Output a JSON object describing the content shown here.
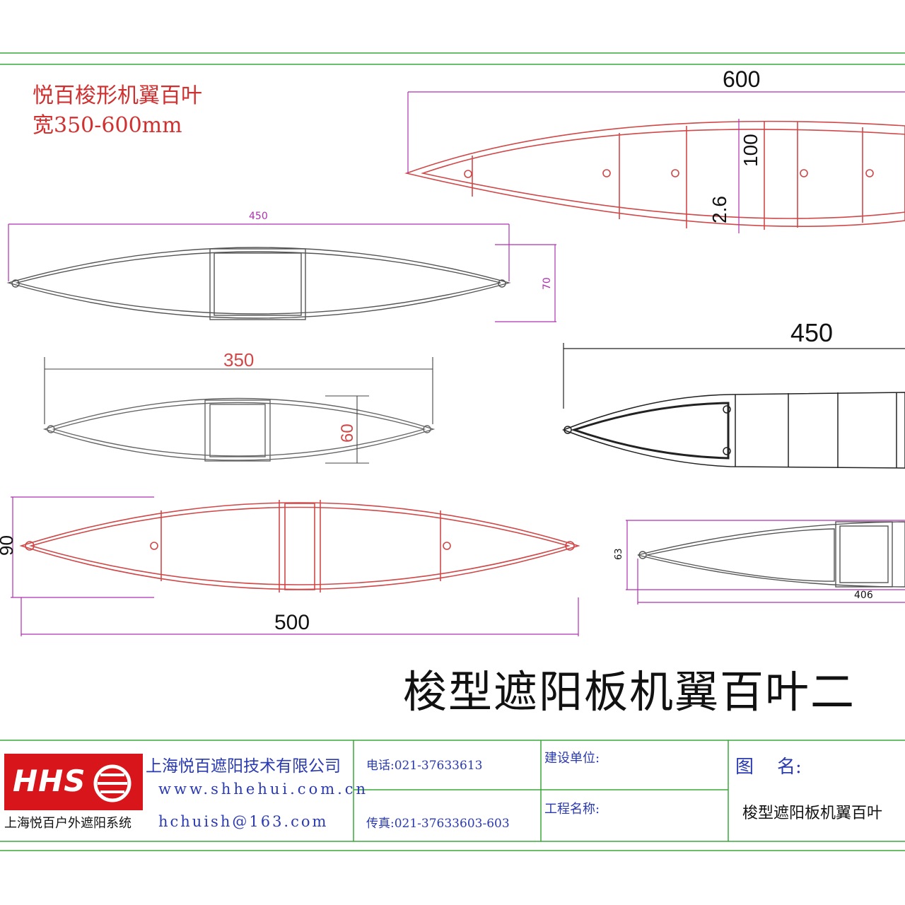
{
  "header": {
    "title_line1": "悦百梭形机翼百叶",
    "title_line2": "宽350-600mm"
  },
  "dimensions": {
    "d600_width": "600",
    "d600_height": "100",
    "d600_wall": "2.6",
    "d450_width": "450",
    "d450_height": "70",
    "d350_width": "350",
    "d350_height": "60",
    "d500_width": "500",
    "d500_height": "90",
    "d450b_width": "450",
    "d406_height": "63",
    "d406_width": "406"
  },
  "main_title": "梭型遮阳板机翼百叶二",
  "title_block": {
    "logo_text": "HHS",
    "logo_caption": "上海悦百户外遮阳系统",
    "company_name": "上海悦百遮阳技术有限公司",
    "website": "www.shhehui.com.cn",
    "email": "hchuish@163.com",
    "phone": "电话:021-37633613",
    "fax": "传真:021-37633603-603",
    "construction_unit_label": "建设单位:",
    "project_name_label": "工程名称:",
    "drawing_name_label": "图    名:",
    "drawing_name": "梭型遮阳板机翼百叶"
  },
  "colors": {
    "frame_green": "#3aa83a",
    "profile_red": "#d04848",
    "dim_magenta": "#b030b0",
    "text_red": "#d03030",
    "logo_red": "#d8151b",
    "text_blue": "#2a3ab0"
  }
}
